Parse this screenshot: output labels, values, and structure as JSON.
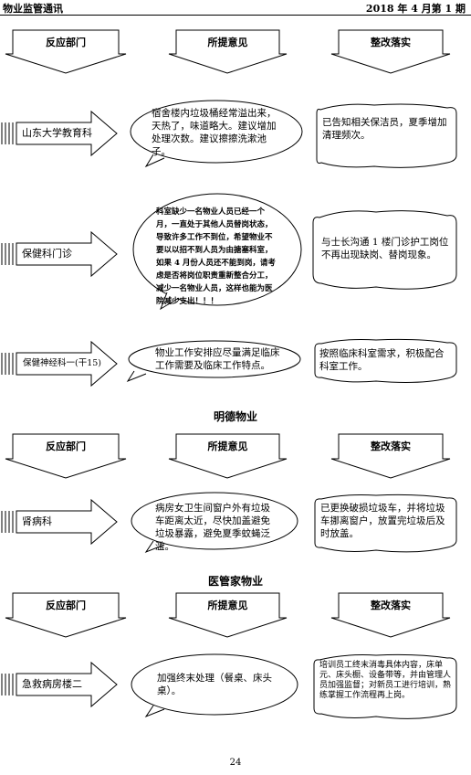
{
  "header": {
    "left": "物业监管通讯",
    "right": "2018 年 4 月第 1 期"
  },
  "columns": {
    "dept": "反应部门",
    "suggestion": "所提意见",
    "fix": "整改落实"
  },
  "sections": [
    {
      "title": "明德物业",
      "rows": [
        {
          "dept": "肾病科",
          "suggestion": "病房女卫生间窗户外有垃圾车距离太近，尽快加盖避免垃圾暴露，避免夏季蚊蝇泛滥。",
          "fix": "已更换破损垃圾车，并将垃圾车挪离窗户，放置完垃圾后及时放盖。"
        }
      ]
    },
    {
      "title": "医管家物业",
      "rows": [
        {
          "dept": "急救病房楼二",
          "suggestion": "加强终末处理（餐桌、床头桌）。",
          "fix": "培训员工终末消毒具体内容，床单元、床头橱、设备带等，并由管理人员加强监督；对新员工进行培训，熟练掌握工作流程再上岗。"
        }
      ]
    }
  ],
  "top_rows": [
    {
      "dept": "山东大学教育科",
      "suggestion": "宿舍楼内垃圾桶经常溢出来，天热了，味道略大。建议增加处理次数。建议擦擦洗漱池子。",
      "fix": "已告知相关保洁员，夏季增加清理频次。"
    },
    {
      "dept": "保健科门诊",
      "suggestion": "科室缺少一名物业人员已经一个月，一直处于其他人员替岗状态，导致许多工作不到位，希望物业不要以以招不到人员为由搪塞科室，如果 4 月份人员还不能到岗，请考虑是否将岗位职责重新整合分工，减少一名物业人员，这样也能为医院减少支出！！！",
      "fix": "与士长沟通 1 楼门诊护工岗位不再出现缺岗、替岗现象。"
    },
    {
      "dept": "保健神经科一(干15)",
      "suggestion": "物业工作安排应尽量满足临床工作需要及临床工作特点。",
      "fix": "按照临床科室需求，积极配合科室工作。"
    }
  ],
  "page_number": "24"
}
